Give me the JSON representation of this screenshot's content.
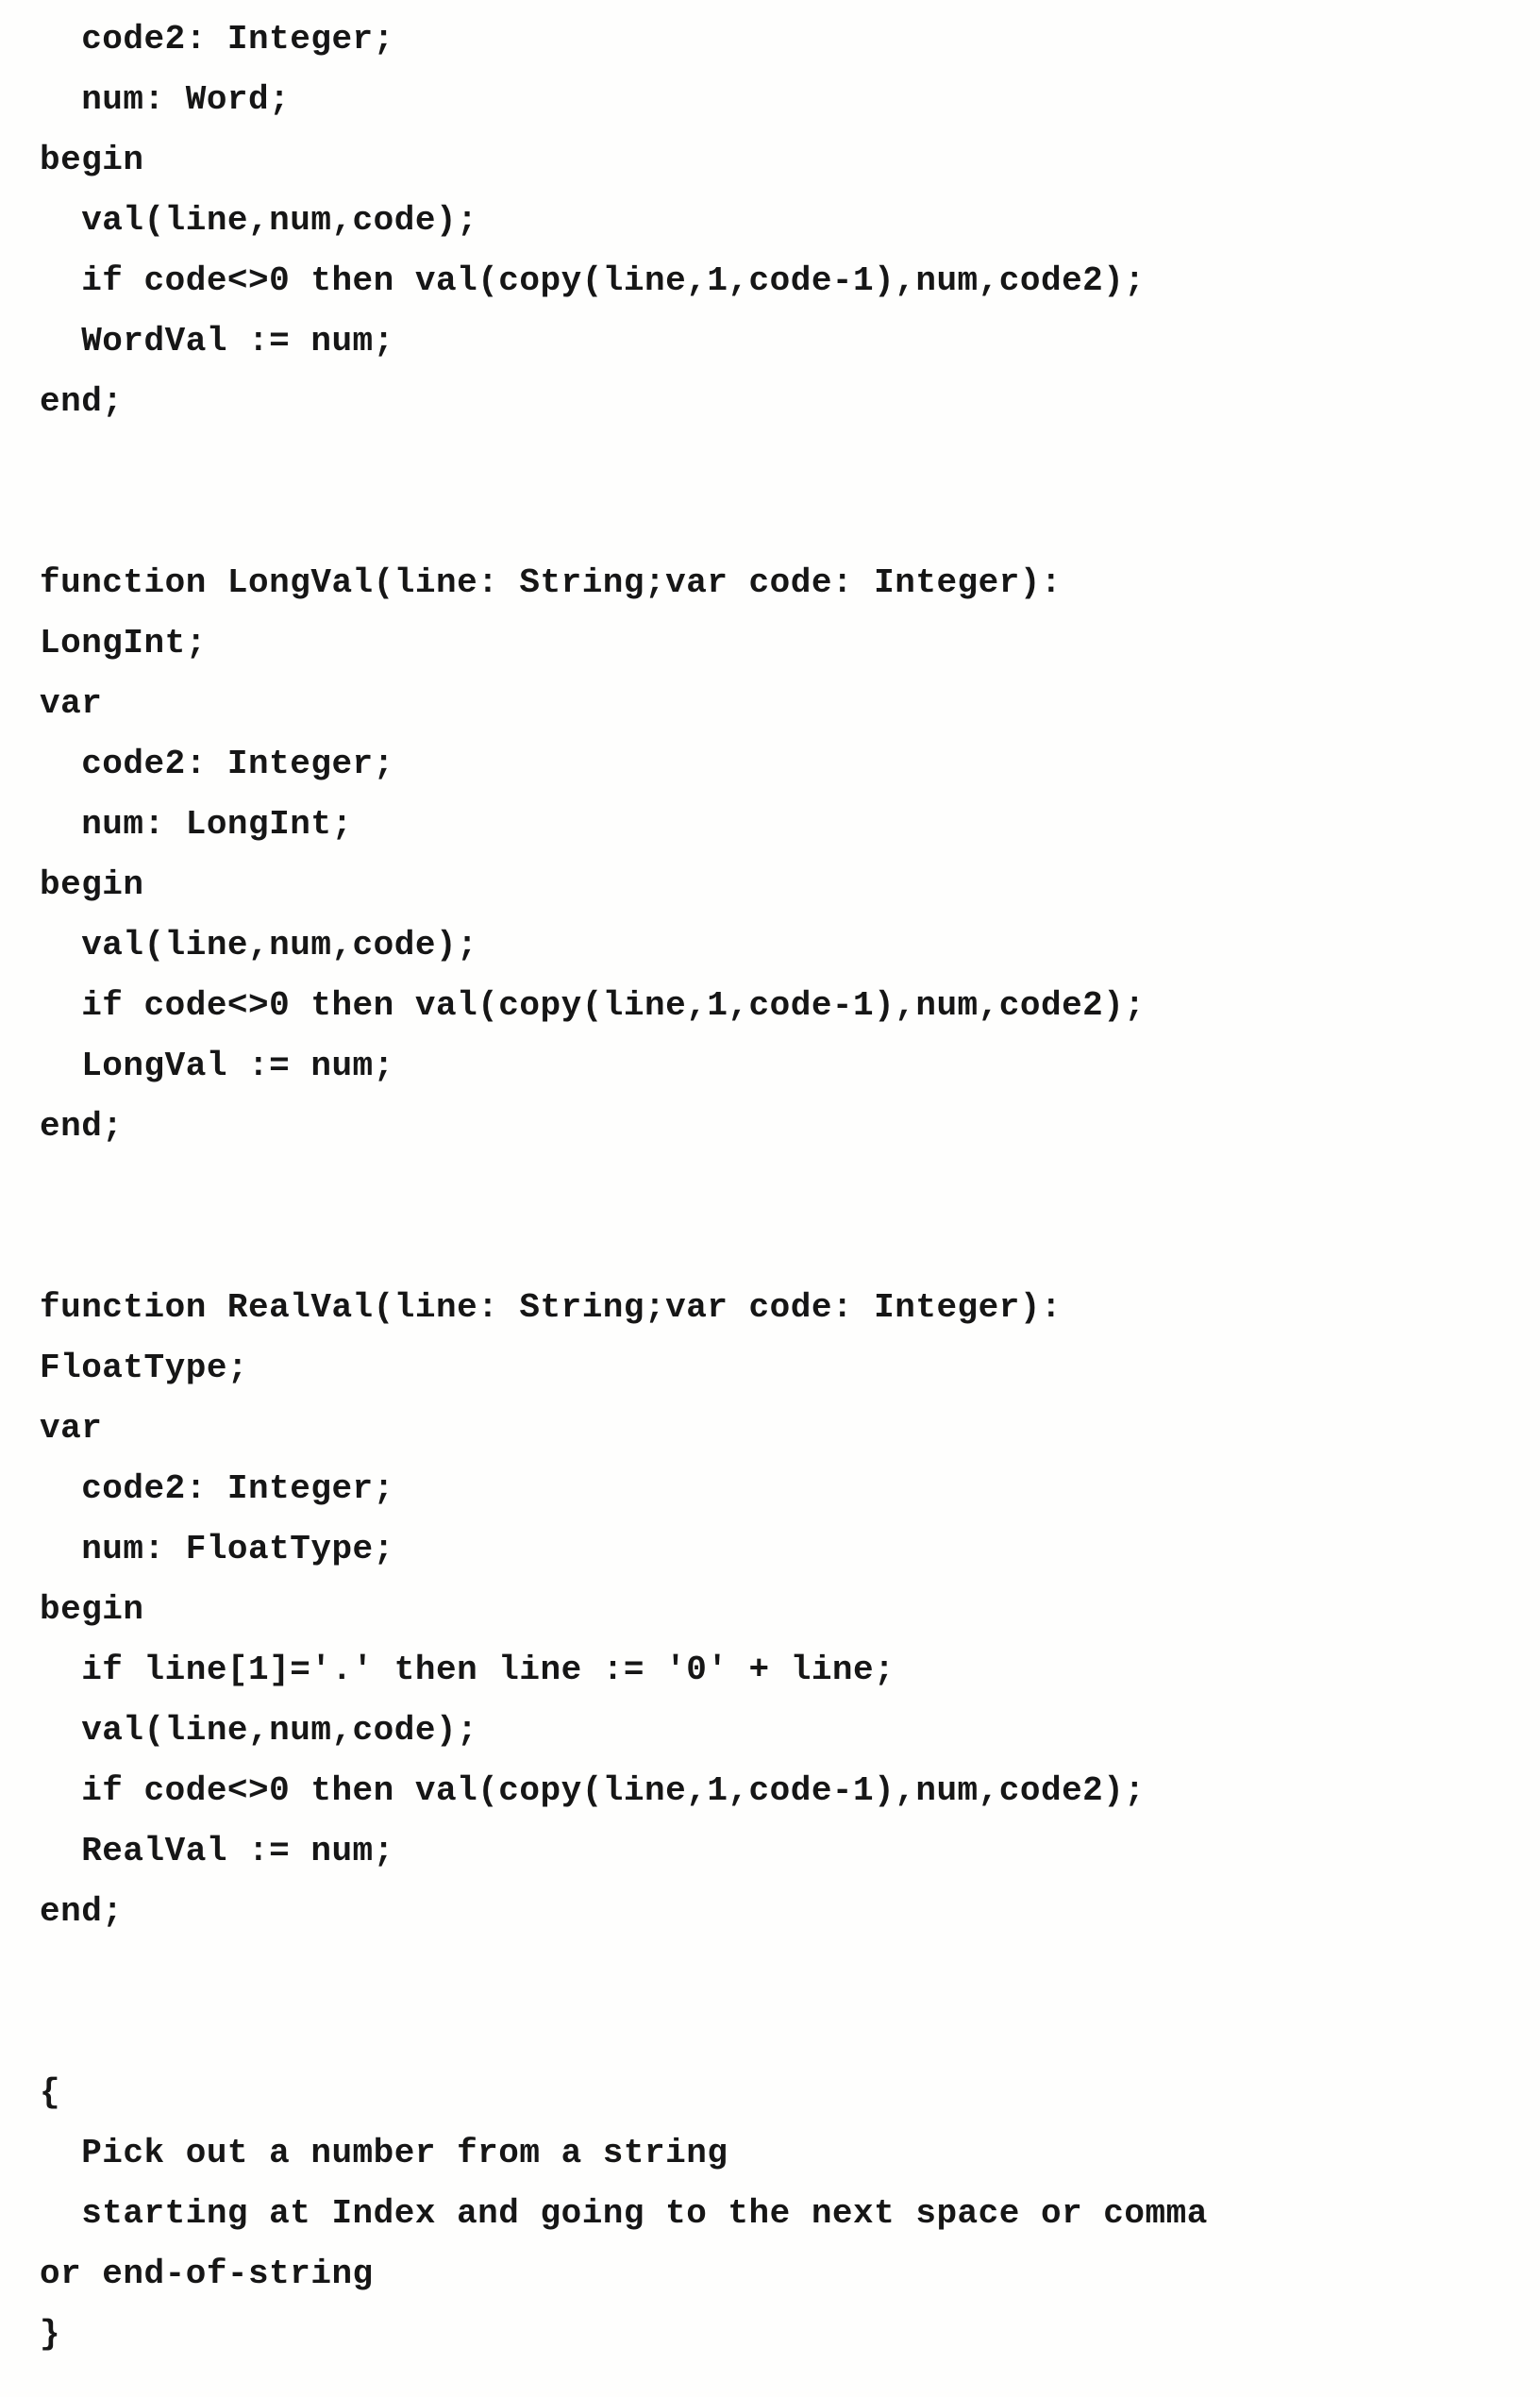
{
  "page": {
    "background_color": "#fefefd",
    "ink_color": "#161616"
  },
  "document": {
    "lines": [
      "  code2: Integer;",
      "  num: Word;",
      "begin",
      "  val(line,num,code);",
      "  if code<>0 then val(copy(line,1,code-1),num,code2);",
      "  WordVal := num;",
      "end;",
      "",
      "",
      "function LongVal(line: String;var code: Integer):",
      "LongInt;",
      "var",
      "  code2: Integer;",
      "  num: LongInt;",
      "begin",
      "  val(line,num,code);",
      "  if code<>0 then val(copy(line,1,code-1),num,code2);",
      "  LongVal := num;",
      "end;",
      "",
      "",
      "function RealVal(line: String;var code: Integer):",
      "FloatType;",
      "var",
      "  code2: Integer;",
      "  num: FloatType;",
      "begin",
      "  if line[1]='.' then line := '0' + line;",
      "  val(line,num,code);",
      "  if code<>0 then val(copy(line,1,code-1),num,code2);",
      "  RealVal := num;",
      "end;",
      "",
      "",
      "{",
      "  Pick out a number from a string",
      "  starting at Index and going to the next space or comma",
      "or end-of-string",
      "}"
    ]
  }
}
